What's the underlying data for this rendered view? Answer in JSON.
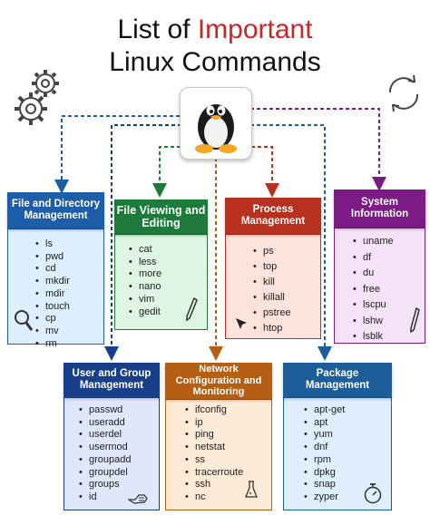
{
  "title": {
    "line1": "List of",
    "line1_accent": "Important",
    "line2": "Linux Commands"
  },
  "logo": {
    "icon": "tux-penguin-icon"
  },
  "cards": {
    "file_directory": {
      "heading": "File and Directory Management",
      "color": "#1e5ea8",
      "body_color": "#ddeeff",
      "items": [
        "ls",
        "pwd",
        "cd",
        "mkdir",
        "mdir",
        "touch",
        "cp",
        "mv",
        "rm"
      ],
      "icon": "magnifier-icon"
    },
    "file_viewing": {
      "heading": "File Viewing and Editing",
      "color": "#1d7a3a",
      "body_color": "#ddf5e2",
      "items": [
        "cat",
        "less",
        "more",
        "nano",
        "vim",
        "gedit"
      ],
      "icon": "pencil-icon"
    },
    "process": {
      "heading": "Process Management",
      "color": "#b8311f",
      "body_color": "#fde3dc",
      "items": [
        "ps",
        "top",
        "kill",
        "killall",
        "pstree",
        "htop"
      ],
      "icon": "pointer-icon"
    },
    "system_info": {
      "heading": "System Information",
      "color": "#7d1b86",
      "body_color": "#f4e2f6",
      "items": [
        "uname",
        "df",
        "du",
        "free",
        "lscpu",
        "lshw",
        "lsblk"
      ],
      "icon": "pencil-icon"
    },
    "user_group": {
      "heading": "User and Group Management",
      "color": "#1a3f8a",
      "body_color": "#dfe7fa",
      "items": [
        "passwd",
        "useradd",
        "userdel",
        "usermod",
        "groupadd",
        "groupdel",
        "groups",
        "id"
      ],
      "icon": "hand-icon"
    },
    "network": {
      "heading": "Network Configuration and Monitoring",
      "color": "#b45f14",
      "body_color": "#fdebd8",
      "items": [
        "ifconfig",
        "ip",
        "ping",
        "netstat",
        "ss",
        "tracerroute",
        "ssh",
        "nc"
      ],
      "icon": "flask-icon"
    },
    "package": {
      "heading": "Package Management",
      "color": "#1c5d9a",
      "body_color": "#dfeefd",
      "items": [
        "apt-get",
        "apt",
        "yum",
        "dnf",
        "rpm",
        "dpkg",
        "snap",
        "zyper"
      ],
      "icon": "stopwatch-icon"
    }
  },
  "decorations": [
    "gears-icon",
    "cycle-arrows-icon"
  ]
}
